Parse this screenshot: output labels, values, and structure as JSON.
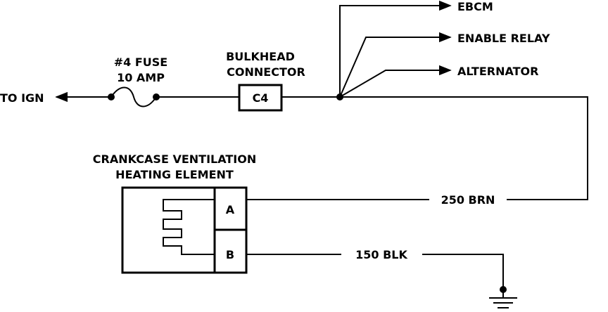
{
  "labels": {
    "to_ign": "TO IGN",
    "fuse_line1": "#4 FUSE",
    "fuse_line2": "10 AMP",
    "bulkhead_line1": "BULKHEAD",
    "bulkhead_line2": "CONNECTOR",
    "connector_c4": "C4",
    "ebcm": "EBCM",
    "enable_relay": "ENABLE RELAY",
    "alternator": "ALTERNATOR",
    "component_line1": "CRANKCASE VENTILATION",
    "component_line2": "HEATING ELEMENT",
    "terminal_a": "A",
    "terminal_b": "B",
    "wire_brn": "250 BRN",
    "wire_blk": "150 BLK"
  }
}
